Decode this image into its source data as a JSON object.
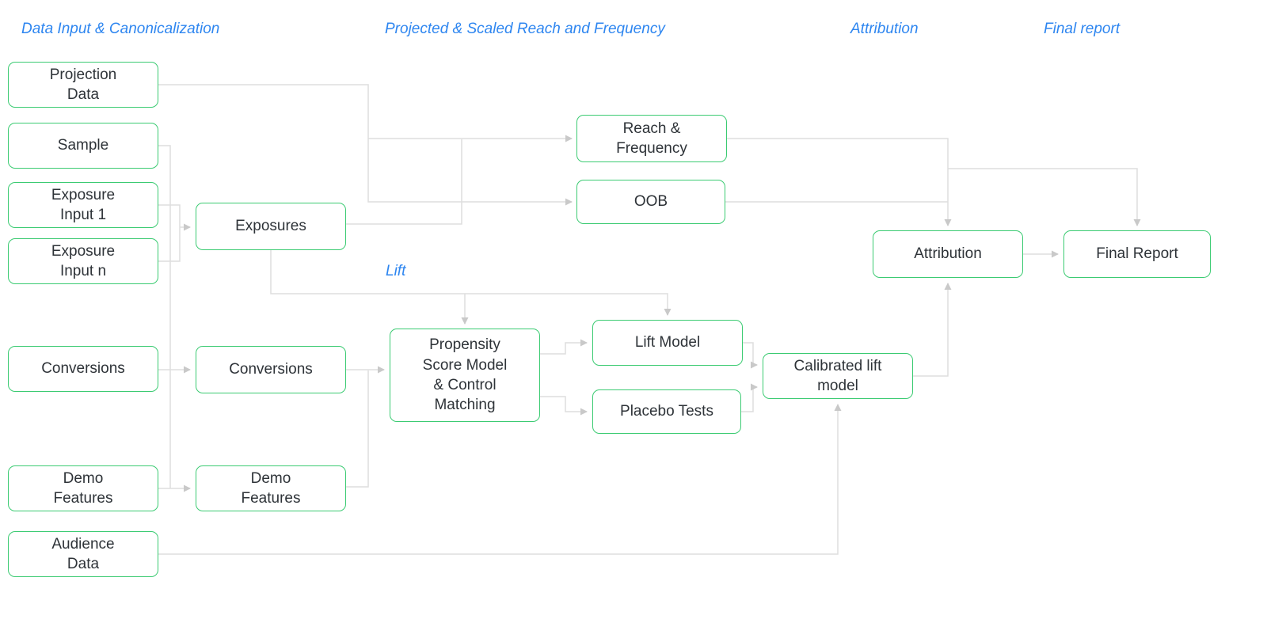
{
  "colors": {
    "node_border": "#3bcb72",
    "node_text": "#2e3338",
    "section_label": "#2e86f0",
    "connector": "#dedede",
    "background": "#ffffff"
  },
  "sections": {
    "data_input": "Data Input & Canonicalization",
    "reach_freq": "Projected & Scaled Reach and Frequency",
    "attribution": "Attribution",
    "final_report": "Final report",
    "lift": "Lift"
  },
  "nodes": {
    "projection": {
      "label": "Projection\nData"
    },
    "sample": {
      "label": "Sample"
    },
    "exposure1": {
      "label": "Exposure\nInput 1"
    },
    "exposuren": {
      "label": "Exposure\nInput n"
    },
    "conversions_src": {
      "label": "Conversions"
    },
    "demo_src": {
      "label": "Demo\nFeatures"
    },
    "audience": {
      "label": "Audience\nData"
    },
    "exposures": {
      "label": "Exposures"
    },
    "conversions": {
      "label": "Conversions"
    },
    "demo": {
      "label": "Demo\nFeatures"
    },
    "reach": {
      "label": "Reach &\nFrequency"
    },
    "oob": {
      "label": "OOB"
    },
    "propensity": {
      "label": "Propensity\nScore Model\n& Control\nMatching"
    },
    "lift_model": {
      "label": "Lift Model"
    },
    "placebo": {
      "label": "Placebo Tests"
    },
    "calibrated": {
      "label": "Calibrated lift\nmodel"
    },
    "attribution": {
      "label": "Attribution"
    },
    "final_report": {
      "label": "Final Report"
    }
  },
  "edges": [
    {
      "from": "Projection Data",
      "to": "OOB"
    },
    {
      "from": "Projection Data",
      "to": "Reach & Frequency"
    },
    {
      "from": "Sample",
      "to": "Exposures"
    },
    {
      "from": "Exposure Input 1",
      "to": "Exposures"
    },
    {
      "from": "Exposure Input n",
      "to": "Exposures"
    },
    {
      "from": "Conversions",
      "to": "Conversions"
    },
    {
      "from": "Demo Features",
      "to": "Demo Features"
    },
    {
      "from": "Exposures",
      "to": "Reach & Frequency"
    },
    {
      "from": "Exposures",
      "to": "OOB"
    },
    {
      "from": "Exposures",
      "to": "Propensity Score Model & Control Matching"
    },
    {
      "from": "Exposures",
      "to": "Lift Model"
    },
    {
      "from": "Conversions",
      "to": "Propensity Score Model & Control Matching"
    },
    {
      "from": "Demo Features",
      "to": "Propensity Score Model & Control Matching"
    },
    {
      "from": "Propensity Score Model & Control Matching",
      "to": "Lift Model"
    },
    {
      "from": "Propensity Score Model & Control Matching",
      "to": "Placebo Tests"
    },
    {
      "from": "Lift Model",
      "to": "Calibrated lift model"
    },
    {
      "from": "Placebo Tests",
      "to": "Calibrated lift model"
    },
    {
      "from": "Audience Data",
      "to": "Calibrated lift model"
    },
    {
      "from": "Reach & Frequency",
      "to": "Attribution"
    },
    {
      "from": "OOB",
      "to": "Final Report"
    },
    {
      "from": "Calibrated lift model",
      "to": "Attribution"
    },
    {
      "from": "Attribution",
      "to": "Final Report"
    }
  ]
}
